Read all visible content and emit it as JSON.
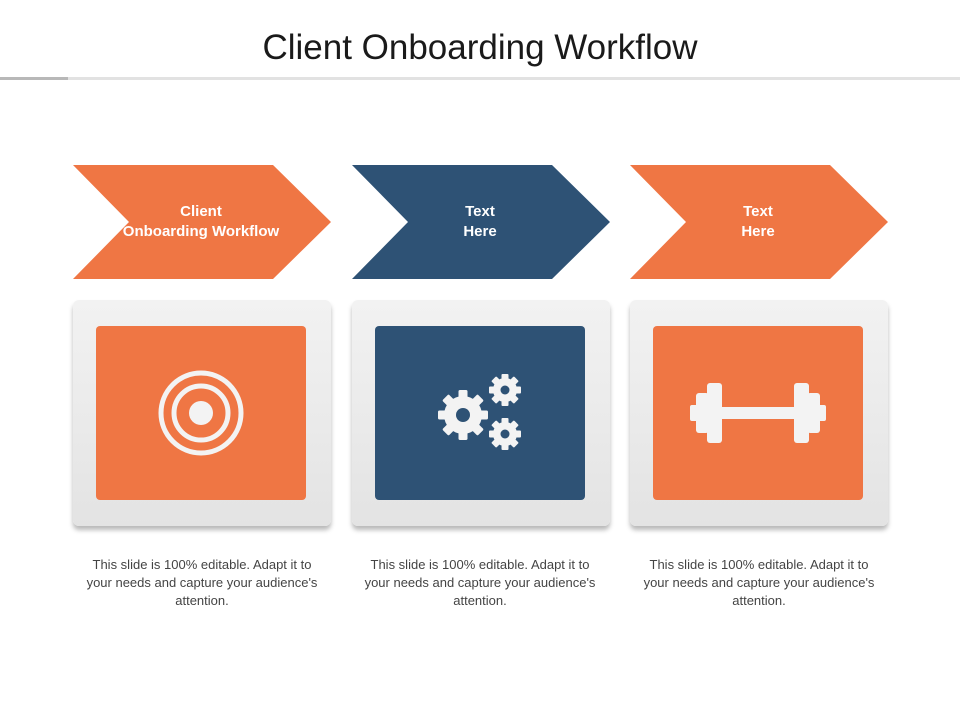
{
  "slide": {
    "title": "Client Onboarding Workflow",
    "colors": {
      "orange": "#ef7644",
      "navy": "#2e5275",
      "icon": "#f3f3f3"
    }
  },
  "steps": [
    {
      "label": "Client\nOnboarding Workflow",
      "color": "#ef7644",
      "icon": "target-icon",
      "description": "This slide is 100% editable. Adapt it to your needs and capture your audience's attention."
    },
    {
      "label": "Text\nHere",
      "color": "#2e5275",
      "icon": "gears-icon",
      "description": "This slide is 100% editable. Adapt it to your needs and capture your audience's attention."
    },
    {
      "label": "Text\nHere",
      "color": "#ef7644",
      "icon": "dumbbell-icon",
      "description": "This slide is 100% editable. Adapt it to your needs and capture your audience's attention."
    }
  ]
}
